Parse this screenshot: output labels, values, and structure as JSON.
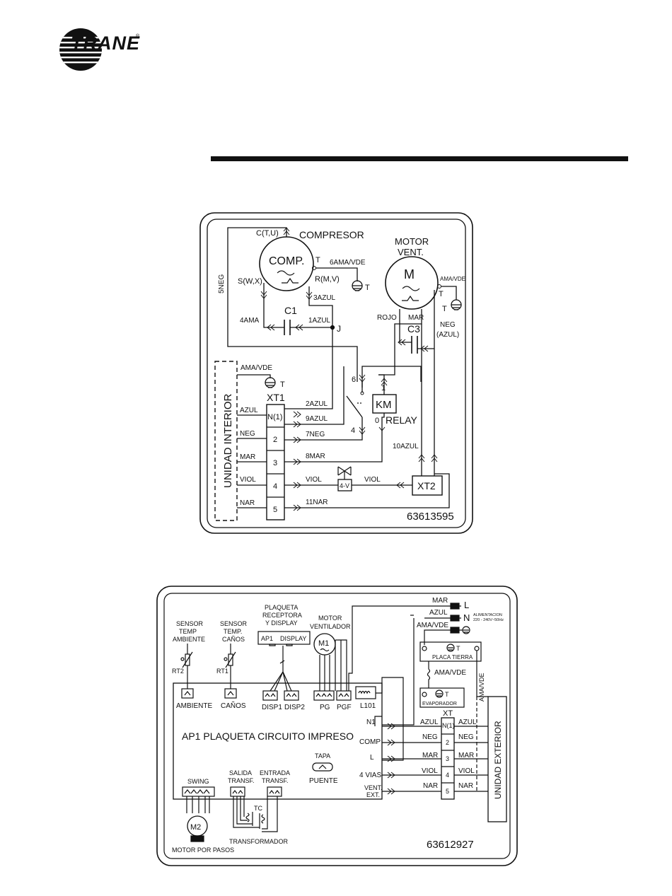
{
  "brand": {
    "name": "TRANE",
    "reg": "®"
  },
  "diagram1": {
    "compressor_title": "COMPRESOR",
    "comp_label": "COMP.",
    "c_terminal": "C(T,U)",
    "s_terminal": "S(W,X)",
    "r_terminal": "R(M,V)",
    "t_label": "T",
    "wire_6": "6AMA/VDE",
    "wire_5": "5NEG",
    "wire_3": "3AZUL",
    "wire_4": "4AMA",
    "wire_1": "1AZUL",
    "cap_c1": "C1",
    "junction": "J",
    "motor_title_1": "MOTOR",
    "motor_title_2": "VENT.",
    "motor_m": "M",
    "motor_ama": "AMA/VDE",
    "rojo": "ROJO",
    "mar": "MAR",
    "cap_c3": "C3",
    "neg": "NEG",
    "neg_azul": "(AZUL)",
    "indoor_unit": "UNIDAD INTERIOR",
    "ama_vde": "AMA/VDE",
    "xt1": "XT1",
    "row_labels": [
      "AZUL",
      "NEG",
      "MAR",
      "VIOL",
      "NAR"
    ],
    "terminals": [
      "N(1)",
      "2",
      "3",
      "4",
      "5"
    ],
    "wire_2": "2AZUL",
    "wire_9": "9AZUL",
    "wire_7": "7NEG",
    "wire_8": "8MAR",
    "viol_a": "VIOL",
    "viol_b": "VIOL",
    "wire_11": "11NAR",
    "relay_6": "6",
    "relay_1": "1",
    "relay_4": "4",
    "relay_0": "0",
    "km": "KM",
    "relay": "RELAY",
    "wire_10": "10AZUL",
    "valve": "4-V",
    "xt2": "XT2",
    "code": "63613595"
  },
  "diagram2": {
    "sensor_amb": [
      "SENSOR",
      "TEMP",
      "AMBIENTE"
    ],
    "sensor_pipe": [
      "SENSOR",
      "TEMP.",
      "CAÑOS"
    ],
    "rt2": "RT2",
    "rt1": "RT1",
    "display_board": [
      "PLAQUETA",
      "RECEPTORA",
      "Y DISPLAY"
    ],
    "ap1": "AP1",
    "display": "DISPLAY",
    "fan_motor": [
      "MOTOR",
      "VENTILADOR"
    ],
    "m1": "M1",
    "connectors": [
      "AMBIENTE",
      "CAÑOS",
      "DISP1",
      "DISP2",
      "PG",
      "PGF",
      "L101"
    ],
    "board_title": "AP1   PLAQUETA CIRCUITO IMPRESO",
    "board_terminals": [
      "N1",
      "COMP",
      "L",
      "4 VIAS",
      "VENT.",
      "EXT."
    ],
    "supply": [
      "MAR",
      "AZUL",
      "AMA/VDE"
    ],
    "supply_letters": [
      "L",
      "N"
    ],
    "supply_note": [
      "ALIMENTACION",
      "220 - 240V~50Hz"
    ],
    "ground_plate": "PLACA TIERRA",
    "t": "T",
    "ama_vde": "AMA/VDE",
    "evaporator": "EVAPORADOR",
    "xt": "XT",
    "xt_terms": [
      "N(1)",
      "2",
      "3",
      "4",
      "5"
    ],
    "left_wires": [
      "AZUL",
      "NEG",
      "MAR",
      "VIOL",
      "NAR"
    ],
    "right_wires": [
      "AZUL",
      "NEG",
      "MAR",
      "VIOL",
      "NAR"
    ],
    "outdoor_unit": "UNIDAD EXTERIOR",
    "tapa": "TAPA",
    "puente": "PUENTE",
    "swing": "SWING",
    "out_transf": [
      "SALIDA",
      "TRANSF."
    ],
    "in_transf": [
      "ENTRADA",
      "TRANSF."
    ],
    "tc": "TC",
    "m2": "M2",
    "stepper": "MOTOR POR PASOS",
    "transformer": "TRANSFORMADOR",
    "code": "63612927"
  }
}
